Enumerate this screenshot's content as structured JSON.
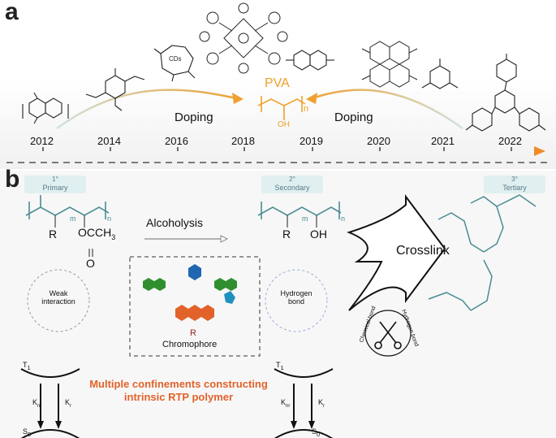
{
  "panel_a": {
    "letter": "a",
    "years": [
      "2012",
      "2014",
      "2016",
      "2018",
      "2019",
      "2020",
      "2021",
      "2022"
    ],
    "doping_left": "Doping",
    "doping_right": "Doping",
    "pva": "PVA",
    "cds": "CDs",
    "n_sub": "n",
    "oh": "OH"
  },
  "panel_b": {
    "letter": "b",
    "stage1": {
      "num": "1°",
      "word": "Primary"
    },
    "stage2": {
      "num": "2°",
      "word": "Secondary"
    },
    "stage3": {
      "num": "3°",
      "word": "Tertiary"
    },
    "alcoholysis": "Alcoholysis",
    "crosslink": "Crosslink",
    "r_label": "R",
    "oac": "OCCH",
    "oac_sub": "3",
    "o_label": "O",
    "oh_label": "OH",
    "m_sub": "m",
    "n_sub": "n",
    "weak": "Weak",
    "interaction": "interaction",
    "hydrogen": "Hydrogen",
    "bond": "bond",
    "chromophore_r": "R",
    "chromophore": "Chromophore",
    "chemical_bond": "Chemical bond",
    "hydrogen_bond": "Hydrogen bond",
    "t1": "T",
    "t1_sub": "1",
    "s0": "S",
    "s0_sub": "0",
    "knr": "K",
    "knr_sub": "nr",
    "kr": "K",
    "kr_sub": "r",
    "title_line1": "Multiple confinements constructing",
    "title_line2": "intrinsic RTP polymer",
    "colors": {
      "teal": "#4a8c94",
      "red": "#a01e1e",
      "orange": "#e2622a",
      "pva": "#f0a12a",
      "green": "#2f8f2f",
      "blue": "#2066b0"
    }
  }
}
